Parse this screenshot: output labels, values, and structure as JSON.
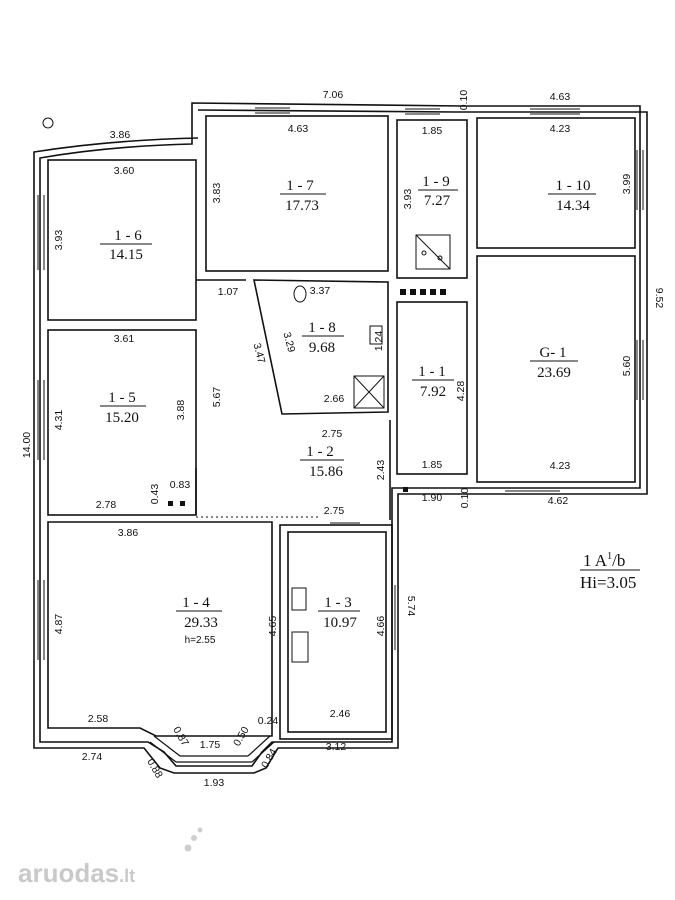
{
  "rooms": {
    "r16": {
      "code": "1 - 6",
      "area": "14.15"
    },
    "r17": {
      "code": "1 - 7",
      "area": "17.73"
    },
    "r19": {
      "code": "1 - 9",
      "area": "7.27"
    },
    "r110": {
      "code": "1 - 10",
      "area": "14.34"
    },
    "r15": {
      "code": "1 - 5",
      "area": "15.20"
    },
    "r18": {
      "code": "1 - 8",
      "area": "9.68"
    },
    "r11": {
      "code": "1 - 1",
      "area": "7.92"
    },
    "g1": {
      "code": "G- 1",
      "area": "23.69"
    },
    "r12": {
      "code": "1 - 2",
      "area": "15.86"
    },
    "r14": {
      "code": "1 - 4",
      "area": "29.33",
      "height": "h=2.55"
    },
    "r13": {
      "code": "1 - 3",
      "area": "10.97"
    }
  },
  "dims": {
    "top_706": "7.06",
    "top_010": "0.10",
    "top_463": "4.63",
    "top_386": "3.86",
    "r17_w": "4.63",
    "r19_w": "1.85",
    "r110_w": "4.23",
    "r16_w": "3.60",
    "r16_h": "3.93",
    "r17_h": "3.83",
    "r19_h": "3.93",
    "r110_h": "3.99",
    "right_952": "9.52",
    "d107": "1.07",
    "r18_w": "3.37",
    "r15_w": "3.61",
    "r18_h1": "3.47",
    "r18_h2": "3.29",
    "d124": "1.24",
    "left_1400": "14.00",
    "r15_h": "4.31",
    "r15_h2": "3.88",
    "corr_567": "5.67",
    "r18_b": "2.66",
    "g1_h": "5.60",
    "r11_h": "4.28",
    "d275a": "2.75",
    "d243": "2.43",
    "r11_b": "1.85",
    "g1_b": "4.23",
    "d043": "0.43",
    "d083": "0.83",
    "r15_b": "2.78",
    "d190": "1.90",
    "d010b": "0.10",
    "d462": "4.62",
    "d275b": "2.75",
    "r14_w": "3.86",
    "r14_h": "4.87",
    "r13_h1": "4.65",
    "r13_h2": "4.66",
    "d574": "5.74",
    "d258": "2.58",
    "d246": "2.46",
    "d087": "0.87",
    "d175": "1.75",
    "d050": "0.50",
    "d024": "0.24",
    "d274": "2.74",
    "d088": "0.88",
    "d193": "1.93",
    "d084": "0.84",
    "d312": "3.12"
  },
  "title": {
    "line1": "1 A",
    "sup": "1",
    "line1b": "/b",
    "line2": "Hi=3.05"
  },
  "watermark": {
    "text": "aruodas",
    "suffix": ".lt"
  }
}
